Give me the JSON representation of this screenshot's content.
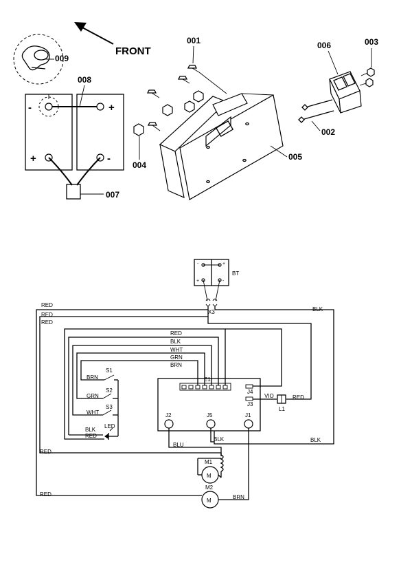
{
  "front_label": "FRONT",
  "callouts": {
    "c001": "001",
    "c002": "002",
    "c003": "003",
    "c004": "004",
    "c005": "005",
    "c006": "006",
    "c007": "007",
    "c008": "008",
    "c009": "009"
  },
  "battery_signs": {
    "plus": "+",
    "minus": "-"
  },
  "bt_label": "BT",
  "x3_label": "X3",
  "e1_label": "E1",
  "terminals": {
    "j1": "J1",
    "j2": "J2",
    "j3": "J3",
    "j4": "J4",
    "j5": "J5"
  },
  "switches": {
    "s1": "S1",
    "s2": "S2",
    "s3": "S3"
  },
  "led_label": "LED",
  "l1_label": "L1",
  "motors": {
    "m1": "M1",
    "m2": "M2",
    "symbol": "M"
  },
  "wires": {
    "red": "RED",
    "blk": "BLK",
    "wht": "WHT",
    "grn": "GRN",
    "brn": "BRN",
    "blu": "BLU",
    "vio": "VIO"
  }
}
